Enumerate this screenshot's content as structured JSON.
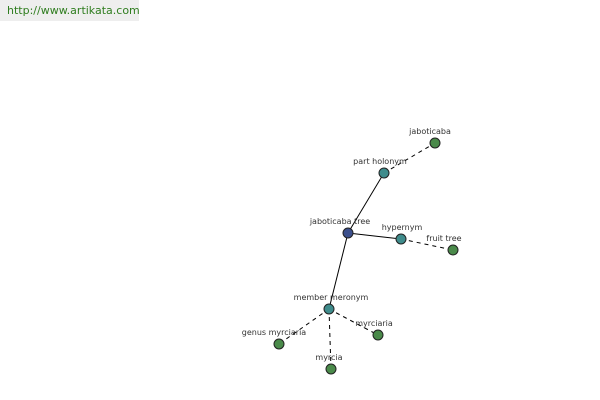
{
  "banner": {
    "url": "http://www.artikata.com"
  },
  "graph": {
    "nodes": [
      {
        "id": "jaboticaba-tree",
        "label": "jaboticaba tree",
        "type": "center",
        "color": "#3b4f8c"
      },
      {
        "id": "part-holonym",
        "label": "part holonym",
        "type": "relation",
        "color": "#3f8c8c"
      },
      {
        "id": "hypernym",
        "label": "hypernym",
        "type": "relation",
        "color": "#3f8c8c"
      },
      {
        "id": "member-meronym",
        "label": "member meronym",
        "type": "relation",
        "color": "#3f8c8c"
      },
      {
        "id": "jaboticaba",
        "label": "jaboticaba",
        "type": "leaf",
        "color": "#4a8a4a"
      },
      {
        "id": "fruit-tree",
        "label": "fruit tree",
        "type": "leaf",
        "color": "#4a8a4a"
      },
      {
        "id": "genus-myrciaria",
        "label": "genus myrciaria",
        "type": "leaf",
        "color": "#4a8a4a"
      },
      {
        "id": "myrcia",
        "label": "myrcia",
        "type": "leaf",
        "color": "#4a8a4a"
      },
      {
        "id": "myrciaria",
        "label": "myrciaria",
        "type": "leaf",
        "color": "#4a8a4a"
      }
    ],
    "edges": [
      {
        "from": "jaboticaba-tree",
        "to": "part-holonym",
        "style": "solid"
      },
      {
        "from": "jaboticaba-tree",
        "to": "hypernym",
        "style": "solid"
      },
      {
        "from": "jaboticaba-tree",
        "to": "member-meronym",
        "style": "solid"
      },
      {
        "from": "part-holonym",
        "to": "jaboticaba",
        "style": "dashed"
      },
      {
        "from": "hypernym",
        "to": "fruit-tree",
        "style": "dashed"
      },
      {
        "from": "member-meronym",
        "to": "genus-myrciaria",
        "style": "dashed"
      },
      {
        "from": "member-meronym",
        "to": "myrcia",
        "style": "dashed"
      },
      {
        "from": "member-meronym",
        "to": "myrciaria",
        "style": "dashed"
      }
    ]
  }
}
